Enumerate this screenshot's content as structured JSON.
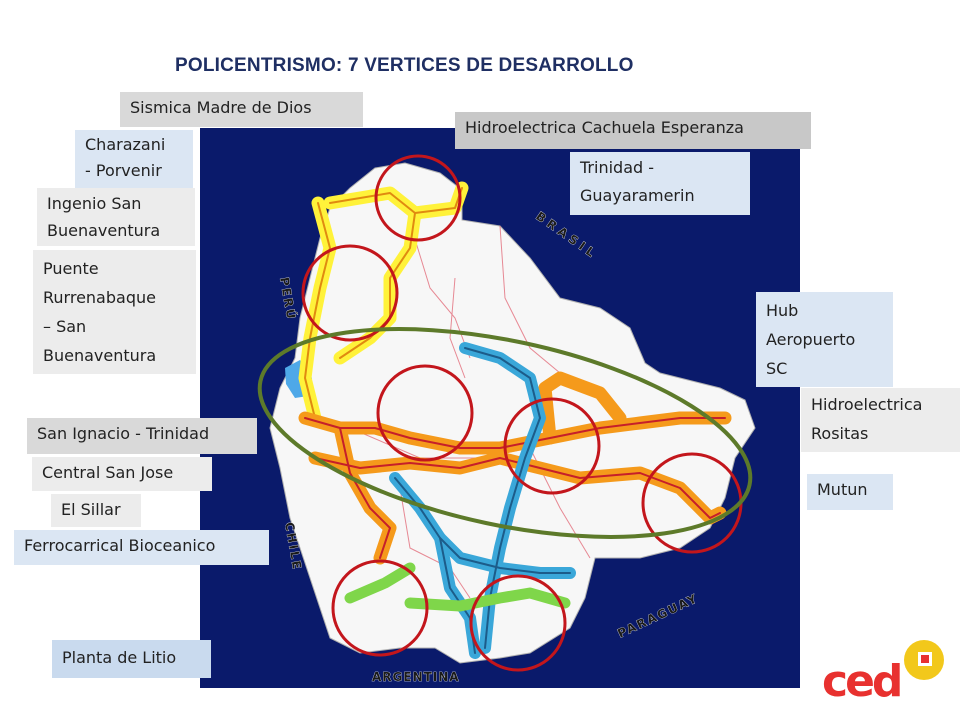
{
  "title": "POLICENTRISMO: 7 VERTICES DE DESARROLLO",
  "labels": {
    "sismica": "Sismica Madre de Dios",
    "charazani_1": "Charazani",
    "charazani_2": "- Porvenir",
    "ingenio_1": "Ingenio San",
    "ingenio_2": "Buenaventura",
    "puente_1": "Puente",
    "puente_2": "Rurrenabaque",
    "puente_3": "– San",
    "puente_4": "Buenaventura",
    "san_ignacio": "San Ignacio - Trinidad",
    "central": "Central San Jose",
    "sillar": "El Sillar",
    "ferrocarril": "Ferrocarrical Bioceanico",
    "litio": "Planta de Litio",
    "cachuela": "Hidroelectrica Cachuela Esperanza",
    "trinidad_1": "Trinidad -",
    "trinidad_2": "Guayaramerin",
    "hub_1": "Hub",
    "hub_2": "Aeropuerto",
    "hub_3": "SC",
    "rositas_1": "Hidroelectrica",
    "rositas_2": "Rositas",
    "mutun": "Mutun"
  },
  "map_labels": {
    "brasil": "BRASIL",
    "peru": "PERÚ",
    "chile": "CHILE",
    "paraguay": "PARAGUAY",
    "argentina": "ARGENTINA"
  },
  "logo": {
    "text": "ced",
    "color": "#e8312f",
    "accent": "#f2c81b"
  },
  "colors": {
    "map_background": "#0a1a6b",
    "land": "#f7f7f7",
    "circle": "#c3161c",
    "ellipse": "#5d7a2a",
    "road_orange": "#f59a1b",
    "road_yellow": "#fff23a",
    "road_blue": "#3aa7d9",
    "road_green": "#7fd64a"
  }
}
